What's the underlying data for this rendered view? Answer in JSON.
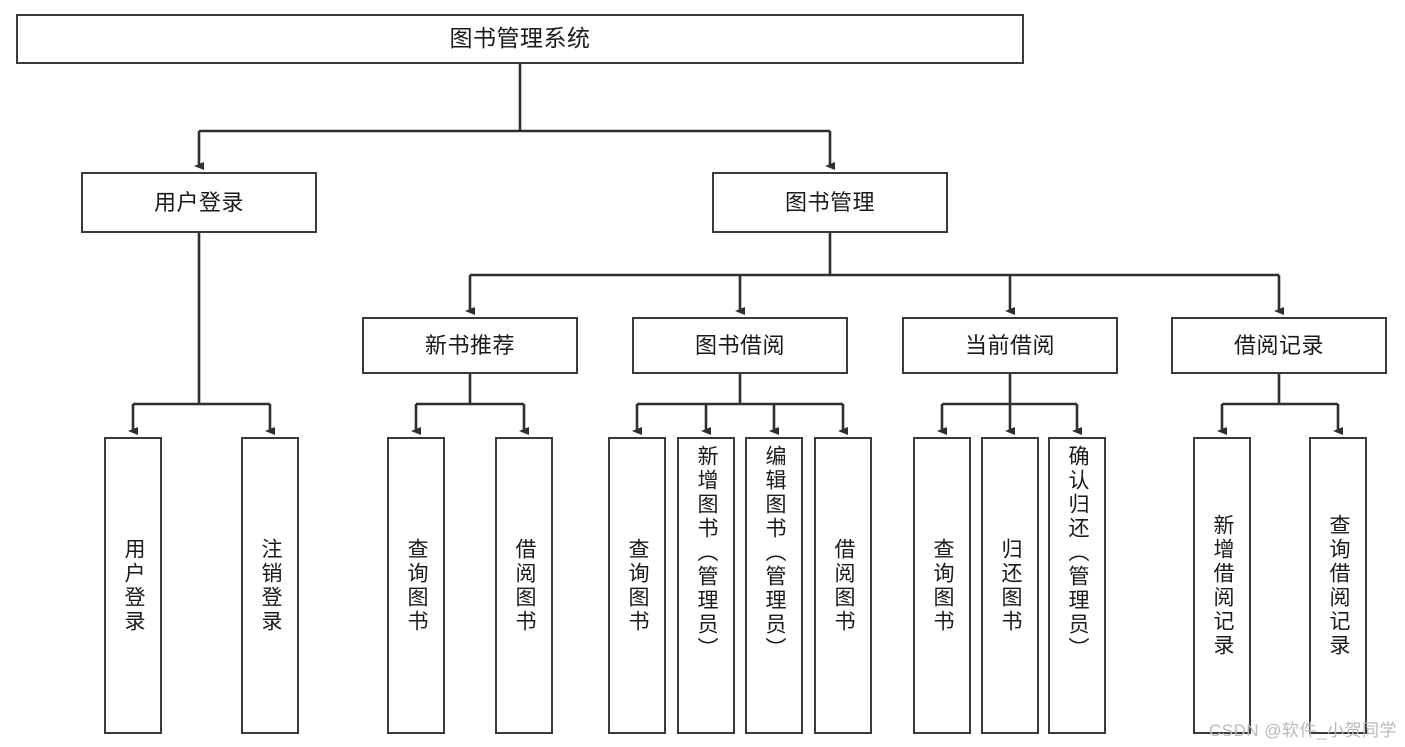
{
  "diagram": {
    "title": "图书管理系统",
    "watermark": "CSDN @软件_小贺同学",
    "stroke_color": "#3a3a3a",
    "text_color": "#1a1a1a",
    "background": "#ffffff",
    "levels": {
      "root": {
        "label": "图书管理系统"
      },
      "level2": [
        {
          "id": "user-login",
          "label": "用户登录"
        },
        {
          "id": "book-manage",
          "label": "图书管理"
        }
      ],
      "level3": [
        {
          "id": "new-book-rec",
          "label": "新书推荐"
        },
        {
          "id": "book-borrow",
          "label": "图书借阅"
        },
        {
          "id": "current-borrow",
          "label": "当前借阅"
        },
        {
          "id": "borrow-record",
          "label": "借阅记录"
        }
      ],
      "leaves": {
        "user_login": [
          {
            "id": "leaf-user-login",
            "label": "用户登录"
          },
          {
            "id": "leaf-logout",
            "label": "注销登录"
          }
        ],
        "new_book_rec": [
          {
            "id": "leaf-query-book-1",
            "label": "查询图书"
          },
          {
            "id": "leaf-borrow-book-1",
            "label": "借阅图书"
          }
        ],
        "book_borrow": [
          {
            "id": "leaf-query-book-2",
            "label": "查询图书"
          },
          {
            "id": "leaf-add-book",
            "label": "新增图书（管理员）"
          },
          {
            "id": "leaf-edit-book",
            "label": "编辑图书（管理员）"
          },
          {
            "id": "leaf-borrow-book-2",
            "label": "借阅图书"
          }
        ],
        "current_borrow": [
          {
            "id": "leaf-query-book-3",
            "label": "查询图书"
          },
          {
            "id": "leaf-return-book",
            "label": "归还图书"
          },
          {
            "id": "leaf-confirm-return",
            "label": "确认归还（管理员）"
          }
        ],
        "borrow_record": [
          {
            "id": "leaf-add-record",
            "label": "新增借阅记录"
          },
          {
            "id": "leaf-query-record",
            "label": "查询借阅记录"
          }
        ]
      }
    },
    "chart_data": {
      "type": "table",
      "title": "图书管理系统 功能结构图",
      "nodes": [
        {
          "level": 1,
          "label": "图书管理系统",
          "parent": null
        },
        {
          "level": 2,
          "label": "用户登录",
          "parent": "图书管理系统"
        },
        {
          "level": 2,
          "label": "图书管理",
          "parent": "图书管理系统"
        },
        {
          "level": 3,
          "label": "用户登录",
          "parent": "用户登录"
        },
        {
          "level": 3,
          "label": "注销登录",
          "parent": "用户登录"
        },
        {
          "level": 3,
          "label": "新书推荐",
          "parent": "图书管理"
        },
        {
          "level": 3,
          "label": "图书借阅",
          "parent": "图书管理"
        },
        {
          "level": 3,
          "label": "当前借阅",
          "parent": "图书管理"
        },
        {
          "level": 3,
          "label": "借阅记录",
          "parent": "图书管理"
        },
        {
          "level": 4,
          "label": "查询图书",
          "parent": "新书推荐"
        },
        {
          "level": 4,
          "label": "借阅图书",
          "parent": "新书推荐"
        },
        {
          "level": 4,
          "label": "查询图书",
          "parent": "图书借阅"
        },
        {
          "level": 4,
          "label": "新增图书（管理员）",
          "parent": "图书借阅"
        },
        {
          "level": 4,
          "label": "编辑图书（管理员）",
          "parent": "图书借阅"
        },
        {
          "level": 4,
          "label": "借阅图书",
          "parent": "图书借阅"
        },
        {
          "level": 4,
          "label": "查询图书",
          "parent": "当前借阅"
        },
        {
          "level": 4,
          "label": "归还图书",
          "parent": "当前借阅"
        },
        {
          "level": 4,
          "label": "确认归还（管理员）",
          "parent": "当前借阅"
        },
        {
          "level": 4,
          "label": "新增借阅记录",
          "parent": "借阅记录"
        },
        {
          "level": 4,
          "label": "查询借阅记录",
          "parent": "借阅记录"
        }
      ]
    }
  }
}
